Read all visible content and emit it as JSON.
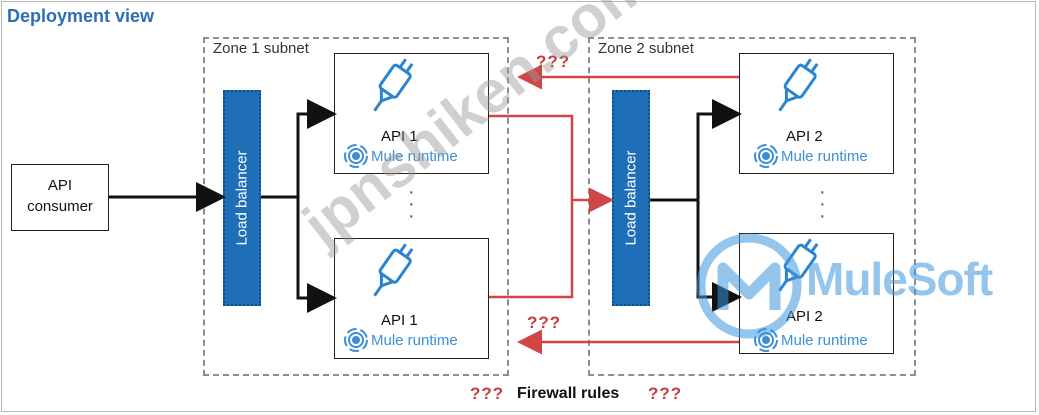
{
  "title": "Deployment view",
  "zones": {
    "zone1_label": "Zone 1 subnet",
    "zone2_label": "Zone 2 subnet"
  },
  "consumer": {
    "line1": "API",
    "line2": "consumer"
  },
  "load_balancer_label": "Load balancer",
  "api1": {
    "name": "API 1",
    "runtime": "Mule runtime"
  },
  "api2": {
    "name": "API 2",
    "runtime": "Mule runtime"
  },
  "unknown_marker": "???",
  "firewall_label": "Firewall rules",
  "watermark_text": "jpnshiken.com",
  "logo_text": "MuleSoft",
  "colors": {
    "title": "#2e6fb3",
    "load_balancer": "#1f6fb8",
    "runtime_text": "#3b8fd6",
    "red_connector": "#d04545",
    "zone_border": "#8d8d8d"
  },
  "icons": [
    "plug-icon",
    "mule-runtime-icon",
    "mulesoft-logo"
  ]
}
